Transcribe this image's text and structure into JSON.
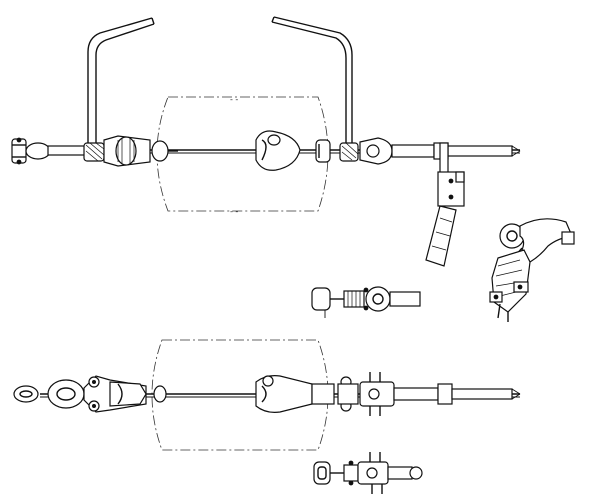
{
  "diagram": {
    "kind": "technical-line-drawing",
    "subject": "insulator-string-hardware-assembly",
    "views": [
      {
        "name": "upper-assembly-view",
        "parts": [
          "shackle",
          "clevis",
          "disc-insulator",
          "pole-bracket",
          "tension-bar",
          "drop-bracket"
        ]
      },
      {
        "name": "suspension-clamp-detail",
        "parts": [
          "clamp-body",
          "bolts",
          "hook"
        ]
      },
      {
        "name": "upper-eye-detail",
        "parts": [
          "ball-end",
          "eye-clevis"
        ]
      },
      {
        "name": "lower-assembly-view",
        "parts": [
          "oval-eye-link",
          "yoke-plate",
          "disc-insulator",
          "clevis-tongue",
          "tension-bar"
        ]
      },
      {
        "name": "lower-clevis-detail",
        "parts": [
          "socket-eye",
          "clevis",
          "pin"
        ]
      }
    ],
    "colors": {
      "line": "#111111",
      "background": "#ffffff",
      "centerline": "#333333"
    }
  }
}
